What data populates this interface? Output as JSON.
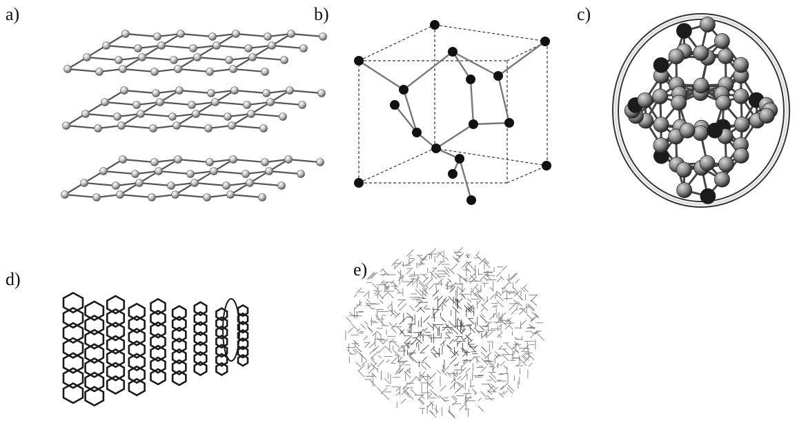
{
  "labels": {
    "a": "a)",
    "b": "b)",
    "c": "c)",
    "d": "d)",
    "e": "e)"
  },
  "colors": {
    "atom_light": "#bdbdbd",
    "atom_mid": "#8a8a8a",
    "atom_dark": "#111111",
    "bond": "#555555",
    "tube": "#1a1a1a"
  }
}
